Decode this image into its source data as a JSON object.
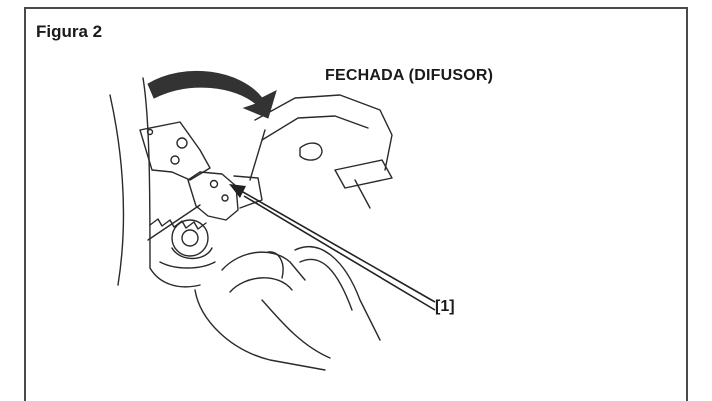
{
  "figure": {
    "title": "Figura 2",
    "state_label": "FECHADA (DIFUSOR)",
    "callout_label": "[1]"
  },
  "colors": {
    "line": "#2a2a2a",
    "arrow": "#333333",
    "frame": "#4a4a4a"
  }
}
